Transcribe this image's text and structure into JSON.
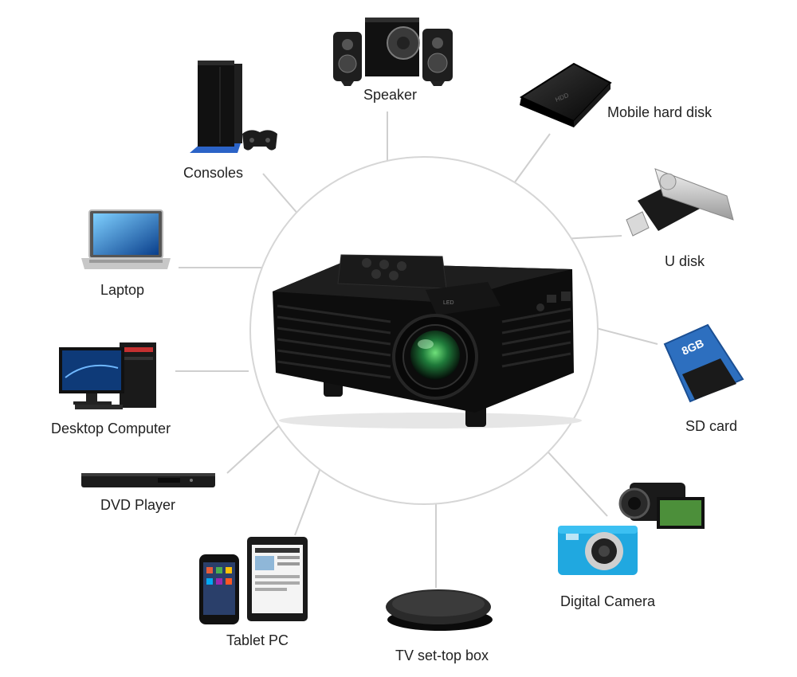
{
  "center_device": {
    "icon": "projector-icon",
    "brand_text": "LED"
  },
  "devices": [
    {
      "id": "speaker",
      "label": "Speaker",
      "icon": "speaker-icon"
    },
    {
      "id": "mobile-hard-disk",
      "label": "Mobile hard disk",
      "icon": "hard-disk-icon",
      "device_text": "HDD"
    },
    {
      "id": "consoles",
      "label": "Consoles",
      "icon": "game-console-icon"
    },
    {
      "id": "laptop",
      "label": "Laptop",
      "icon": "laptop-icon"
    },
    {
      "id": "u-disk",
      "label": "U disk",
      "icon": "usb-drive-icon"
    },
    {
      "id": "sd-card",
      "label": "SD card",
      "icon": "sd-card-icon",
      "device_text": "8GB"
    },
    {
      "id": "desktop-computer",
      "label": "Desktop Computer",
      "icon": "desktop-computer-icon"
    },
    {
      "id": "dvd-player",
      "label": "DVD Player",
      "icon": "dvd-player-icon"
    },
    {
      "id": "digital-camera",
      "label": "Digital Camera",
      "icon": "camera-icon"
    },
    {
      "id": "tablet-pc",
      "label": "Tablet PC",
      "icon": "tablet-icon"
    },
    {
      "id": "tv-set-top-box",
      "label": "TV set-top box",
      "icon": "set-top-box-icon"
    }
  ]
}
